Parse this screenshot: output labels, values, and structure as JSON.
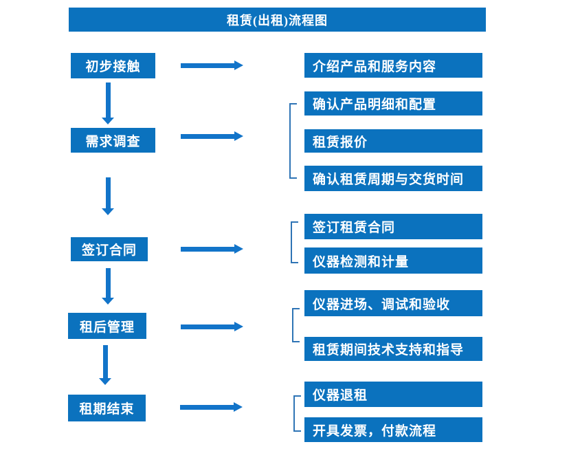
{
  "title": "租赁(出租)流程图",
  "colors": {
    "box_blue": "#0B72BE",
    "arrow_blue": "#1274C9",
    "bracket_blue": "#2E74B5",
    "text_white": "#FFFFFF"
  },
  "stages": [
    {
      "label": "初步接触",
      "outputs": [
        "介绍产品和服务内容"
      ]
    },
    {
      "label": "需求调查",
      "outputs": [
        "确认产品明细和配置",
        "租赁报价",
        "确认租赁周期与交货时间"
      ]
    },
    {
      "label": "签订合同",
      "outputs": [
        "签订租赁合同",
        "仪器检测和计量"
      ]
    },
    {
      "label": "租后管理",
      "outputs": [
        "仪器进场、调试和验收",
        "租赁期间技术支持和指导"
      ]
    },
    {
      "label": "租期结束",
      "outputs": [
        "仪器退租",
        "开具发票，付款流程"
      ]
    }
  ]
}
